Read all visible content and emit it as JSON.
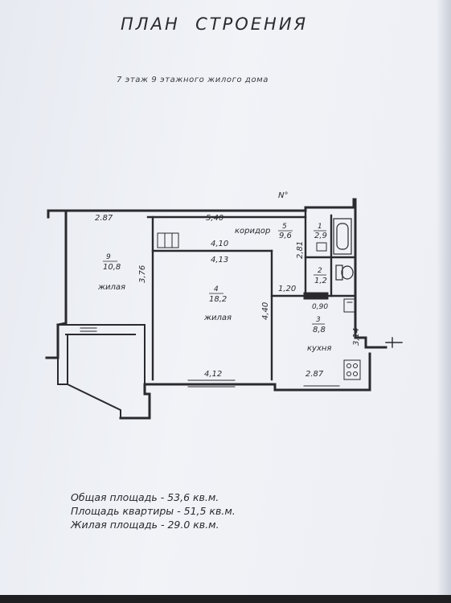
{
  "document": {
    "title": "ПЛАН  СТРОЕНИЯ",
    "subtitle": "7 этаж 9 этажного жилого дома",
    "north_mark": "N°"
  },
  "rooms": [
    {
      "number": "9",
      "area": "10,8",
      "name": "жилая"
    },
    {
      "number": "4",
      "area": "18,2",
      "name": "жилая"
    },
    {
      "number": "5",
      "area": "9,6",
      "name": "коридор"
    },
    {
      "number": "1",
      "area": "2,9"
    },
    {
      "number": "2",
      "area": "1,2"
    },
    {
      "number": "3",
      "area": "8,8",
      "name": "кухня"
    }
  ],
  "dimensions": {
    "d_287_top": "2.87",
    "d_540": "5,40",
    "d_410": "4,10",
    "d_413": "4,13",
    "d_376": "3,76",
    "d_440": "4,40",
    "d_281": "2,81",
    "d_120": "1,20",
    "d_090": "0,90",
    "d_314": "3,14",
    "d_412": "4,12",
    "d_287_bottom": "2.87"
  },
  "summary": {
    "total_area": "Общая площадь -  53,6 кв.м.",
    "apartment_area": "Площадь квартиры -  51,5 кв.м.",
    "living_area": "Жилая площадь -  29.0 кв.м."
  }
}
